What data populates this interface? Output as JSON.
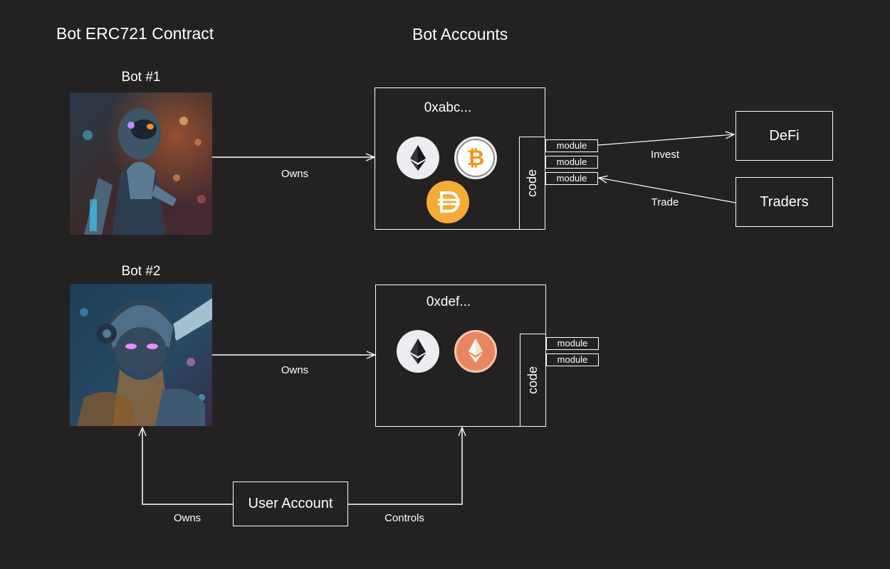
{
  "headings": {
    "contract": "Bot ERC721 Contract",
    "accounts": "Bot Accounts"
  },
  "bots": [
    {
      "label": "Bot #1",
      "image": "robot-portrait-1",
      "account": "0xabc...",
      "coins": [
        "ethereum-icon",
        "bitcoin-icon",
        "dai-icon"
      ],
      "modules": [
        "module",
        "module",
        "module"
      ]
    },
    {
      "label": "Bot #2",
      "image": "robot-portrait-2",
      "account": "0xdef...",
      "coins": [
        "ethereum-icon",
        "ethereum-orange-icon"
      ],
      "modules": [
        "module",
        "module"
      ]
    }
  ],
  "code_label": "code",
  "external": {
    "defi": "DeFi",
    "traders": "Traders",
    "user_account": "User Account"
  },
  "edges": {
    "owns_1": "Owns",
    "owns_2": "Owns",
    "invest": "Invest",
    "trade": "Trade",
    "user_owns": "Owns",
    "user_controls": "Controls"
  },
  "colors": {
    "background": "#232122",
    "stroke": "#ffffff",
    "eth_bg": "#ecedf0",
    "btc": "#f7931a",
    "dai": "#f5ac37",
    "eth_orange": "#e8875f"
  }
}
